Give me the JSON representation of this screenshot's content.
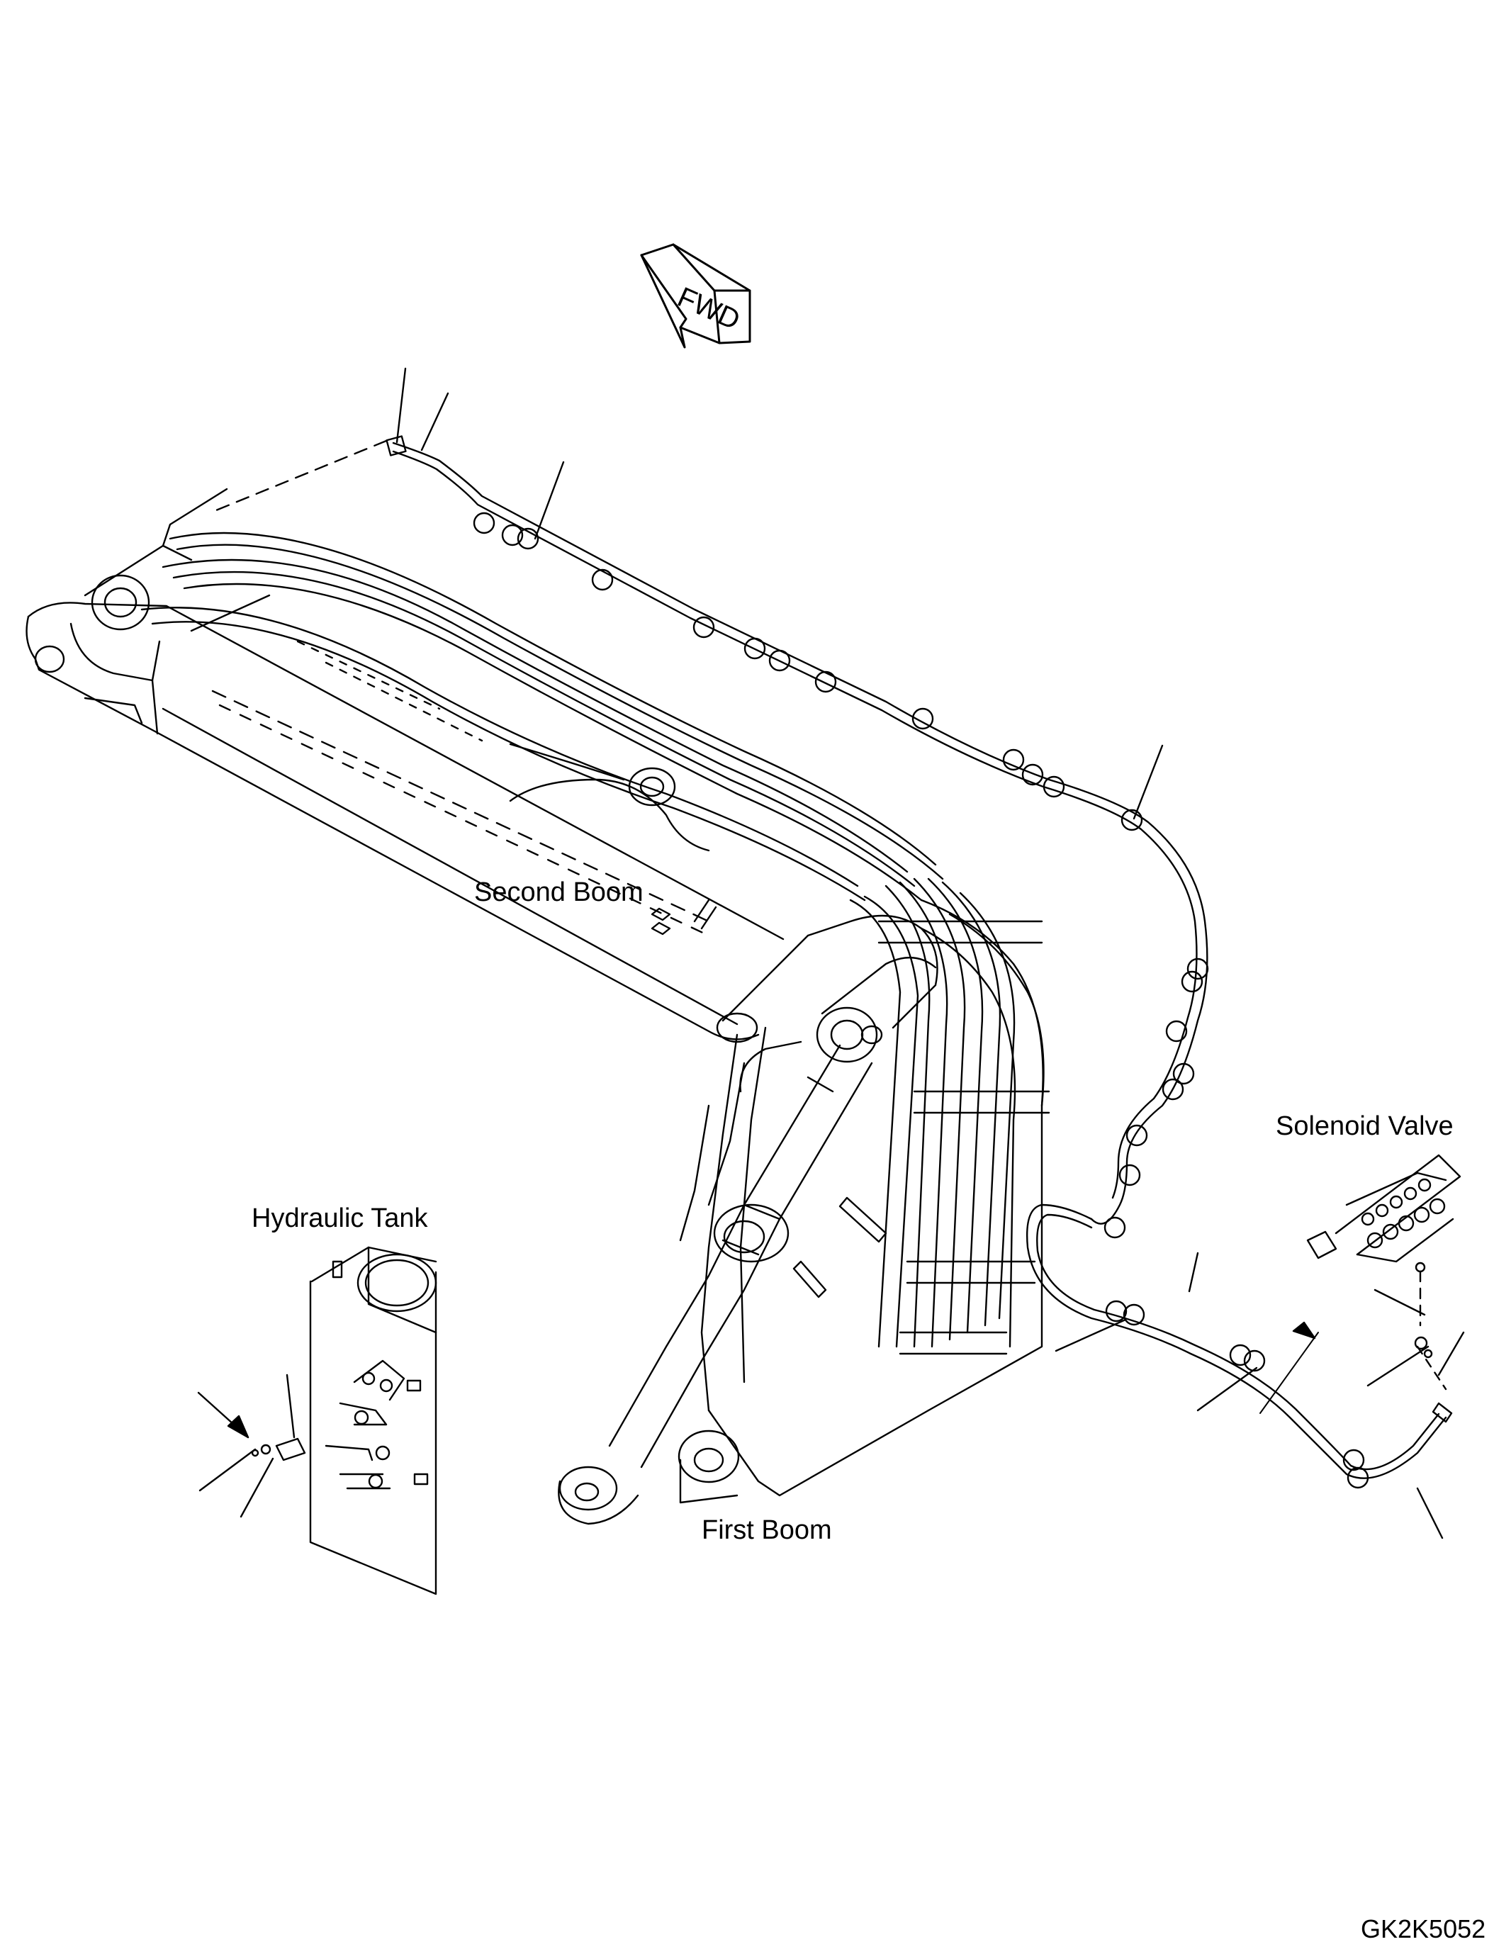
{
  "diagram": {
    "direction_marker": "FWD",
    "labels": {
      "second_boom": "Second Boom",
      "first_boom": "First Boom",
      "hydraulic_tank": "Hydraulic Tank",
      "solenoid_valve": "Solenoid Valve"
    },
    "drawing_code": "GK2K5052"
  }
}
